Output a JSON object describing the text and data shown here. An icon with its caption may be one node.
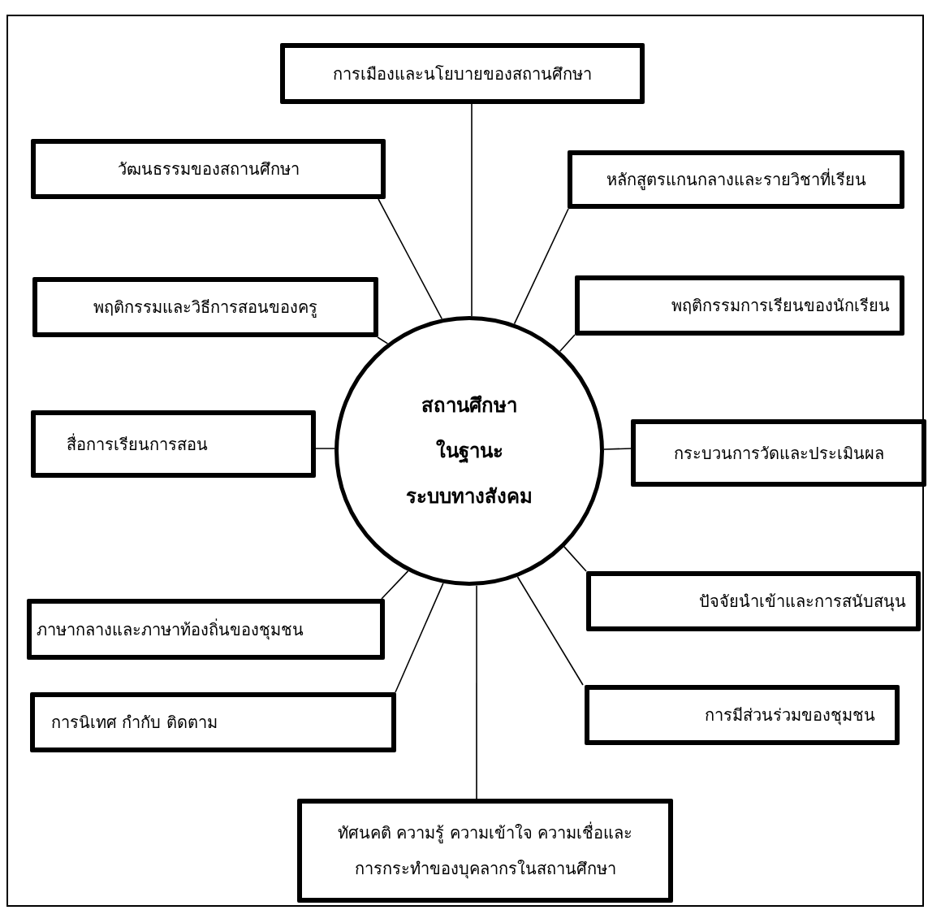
{
  "diagram": {
    "nodes": [
      {
        "text": [
          "การเมืองและนโยบายของสถานศึกษา"
        ]
      },
      {
        "text": [
          "วัฒนธรรมของสถานศึกษา"
        ]
      },
      {
        "text": [
          "หลักสูตรแกนกลางและรายวิชาที่เรียน"
        ]
      },
      {
        "text": [
          "พฤติกรรมและวิธีการสอนของครู"
        ]
      },
      {
        "text": [
          "พฤติกรรมการเรียนของนักเรียน"
        ]
      },
      {
        "text": [
          "สถานศึกษา",
          "ในฐานะ",
          "ระบบทางสังคม"
        ]
      },
      {
        "text": [
          "สื่อการเรียนการสอน"
        ]
      },
      {
        "text": [
          "กระบวนการวัดและประเมินผล"
        ]
      },
      {
        "text": [
          "ปัจจัยนำเข้าและการสนับสนุน"
        ]
      },
      {
        "text": [
          "ภาษากลางและภาษาท้องถิ่นของชุมชน"
        ]
      },
      {
        "text": [
          "การนิเทศ กำกับ ติดตาม"
        ]
      },
      {
        "text": [
          "การมีส่วนร่วมของชุมชน"
        ]
      },
      {
        "text": [
          "ทัศนคติ ความรู้ ความเข้าใจ ความเชื่อและการกระทำของบุคลากรในสถานศึกษา"
        ]
      }
    ],
    "edges": [
      {
        "from": 5,
        "to": 0,
        "arrow": "none"
      },
      {
        "from": 5,
        "to": 1,
        "arrow": "none"
      },
      {
        "from": 5,
        "to": 2,
        "arrow": "none"
      },
      {
        "from": 5,
        "to": 3,
        "arrow": "none"
      },
      {
        "from": 5,
        "to": 4,
        "arrow": "none"
      },
      {
        "from": 5,
        "to": 6,
        "arrow": "none"
      },
      {
        "from": 5,
        "to": 7,
        "arrow": "none"
      },
      {
        "from": 5,
        "to": 8,
        "arrow": "none"
      },
      {
        "from": 5,
        "to": 9,
        "arrow": "none"
      },
      {
        "from": 5,
        "to": 10,
        "arrow": "none"
      },
      {
        "from": 5,
        "to": 11,
        "arrow": "none"
      },
      {
        "from": 5,
        "to": 12,
        "arrow": "none"
      }
    ]
  }
}
